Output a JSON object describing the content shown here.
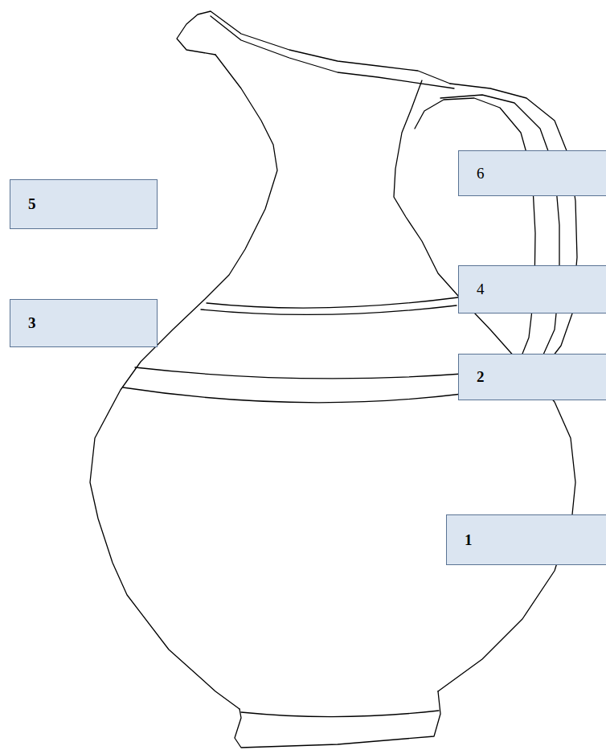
{
  "diagram": {
    "nodes": [
      {
        "text": [
          "6"
        ]
      },
      {
        "text": [
          "5"
        ]
      },
      {
        "text": [
          "4"
        ]
      },
      {
        "text": [
          "3"
        ]
      },
      {
        "text": [
          "2"
        ]
      },
      {
        "text": [
          "1"
        ]
      }
    ]
  }
}
